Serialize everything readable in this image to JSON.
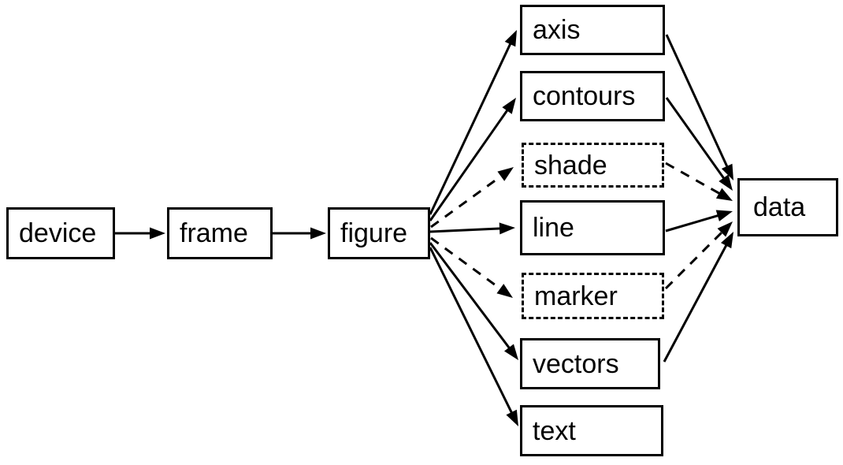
{
  "diagram": {
    "background_color": "#ffffff",
    "stroke_color": "#000000",
    "nodes": [
      {
        "id": "device",
        "label": "device",
        "border": "solid"
      },
      {
        "id": "frame",
        "label": "frame",
        "border": "solid"
      },
      {
        "id": "figure",
        "label": "figure",
        "border": "solid"
      },
      {
        "id": "axis",
        "label": "axis",
        "border": "solid"
      },
      {
        "id": "contours",
        "label": "contours",
        "border": "solid"
      },
      {
        "id": "shade",
        "label": "shade",
        "border": "dashed"
      },
      {
        "id": "line",
        "label": "line",
        "border": "solid"
      },
      {
        "id": "marker",
        "label": "marker",
        "border": "dashed"
      },
      {
        "id": "vectors",
        "label": "vectors",
        "border": "solid"
      },
      {
        "id": "text",
        "label": "text",
        "border": "solid"
      },
      {
        "id": "data",
        "label": "data",
        "border": "solid"
      }
    ],
    "edges": [
      {
        "from": "device",
        "to": "frame",
        "style": "solid"
      },
      {
        "from": "frame",
        "to": "figure",
        "style": "solid"
      },
      {
        "from": "figure",
        "to": "axis",
        "style": "solid"
      },
      {
        "from": "figure",
        "to": "contours",
        "style": "solid"
      },
      {
        "from": "figure",
        "to": "shade",
        "style": "dashed"
      },
      {
        "from": "figure",
        "to": "line",
        "style": "solid"
      },
      {
        "from": "figure",
        "to": "marker",
        "style": "dashed"
      },
      {
        "from": "figure",
        "to": "vectors",
        "style": "solid"
      },
      {
        "from": "figure",
        "to": "text",
        "style": "solid"
      },
      {
        "from": "axis",
        "to": "data",
        "style": "solid"
      },
      {
        "from": "contours",
        "to": "data",
        "style": "solid"
      },
      {
        "from": "shade",
        "to": "data",
        "style": "dashed"
      },
      {
        "from": "line",
        "to": "data",
        "style": "solid"
      },
      {
        "from": "marker",
        "to": "data",
        "style": "dashed"
      },
      {
        "from": "vectors",
        "to": "data",
        "style": "solid"
      }
    ]
  }
}
